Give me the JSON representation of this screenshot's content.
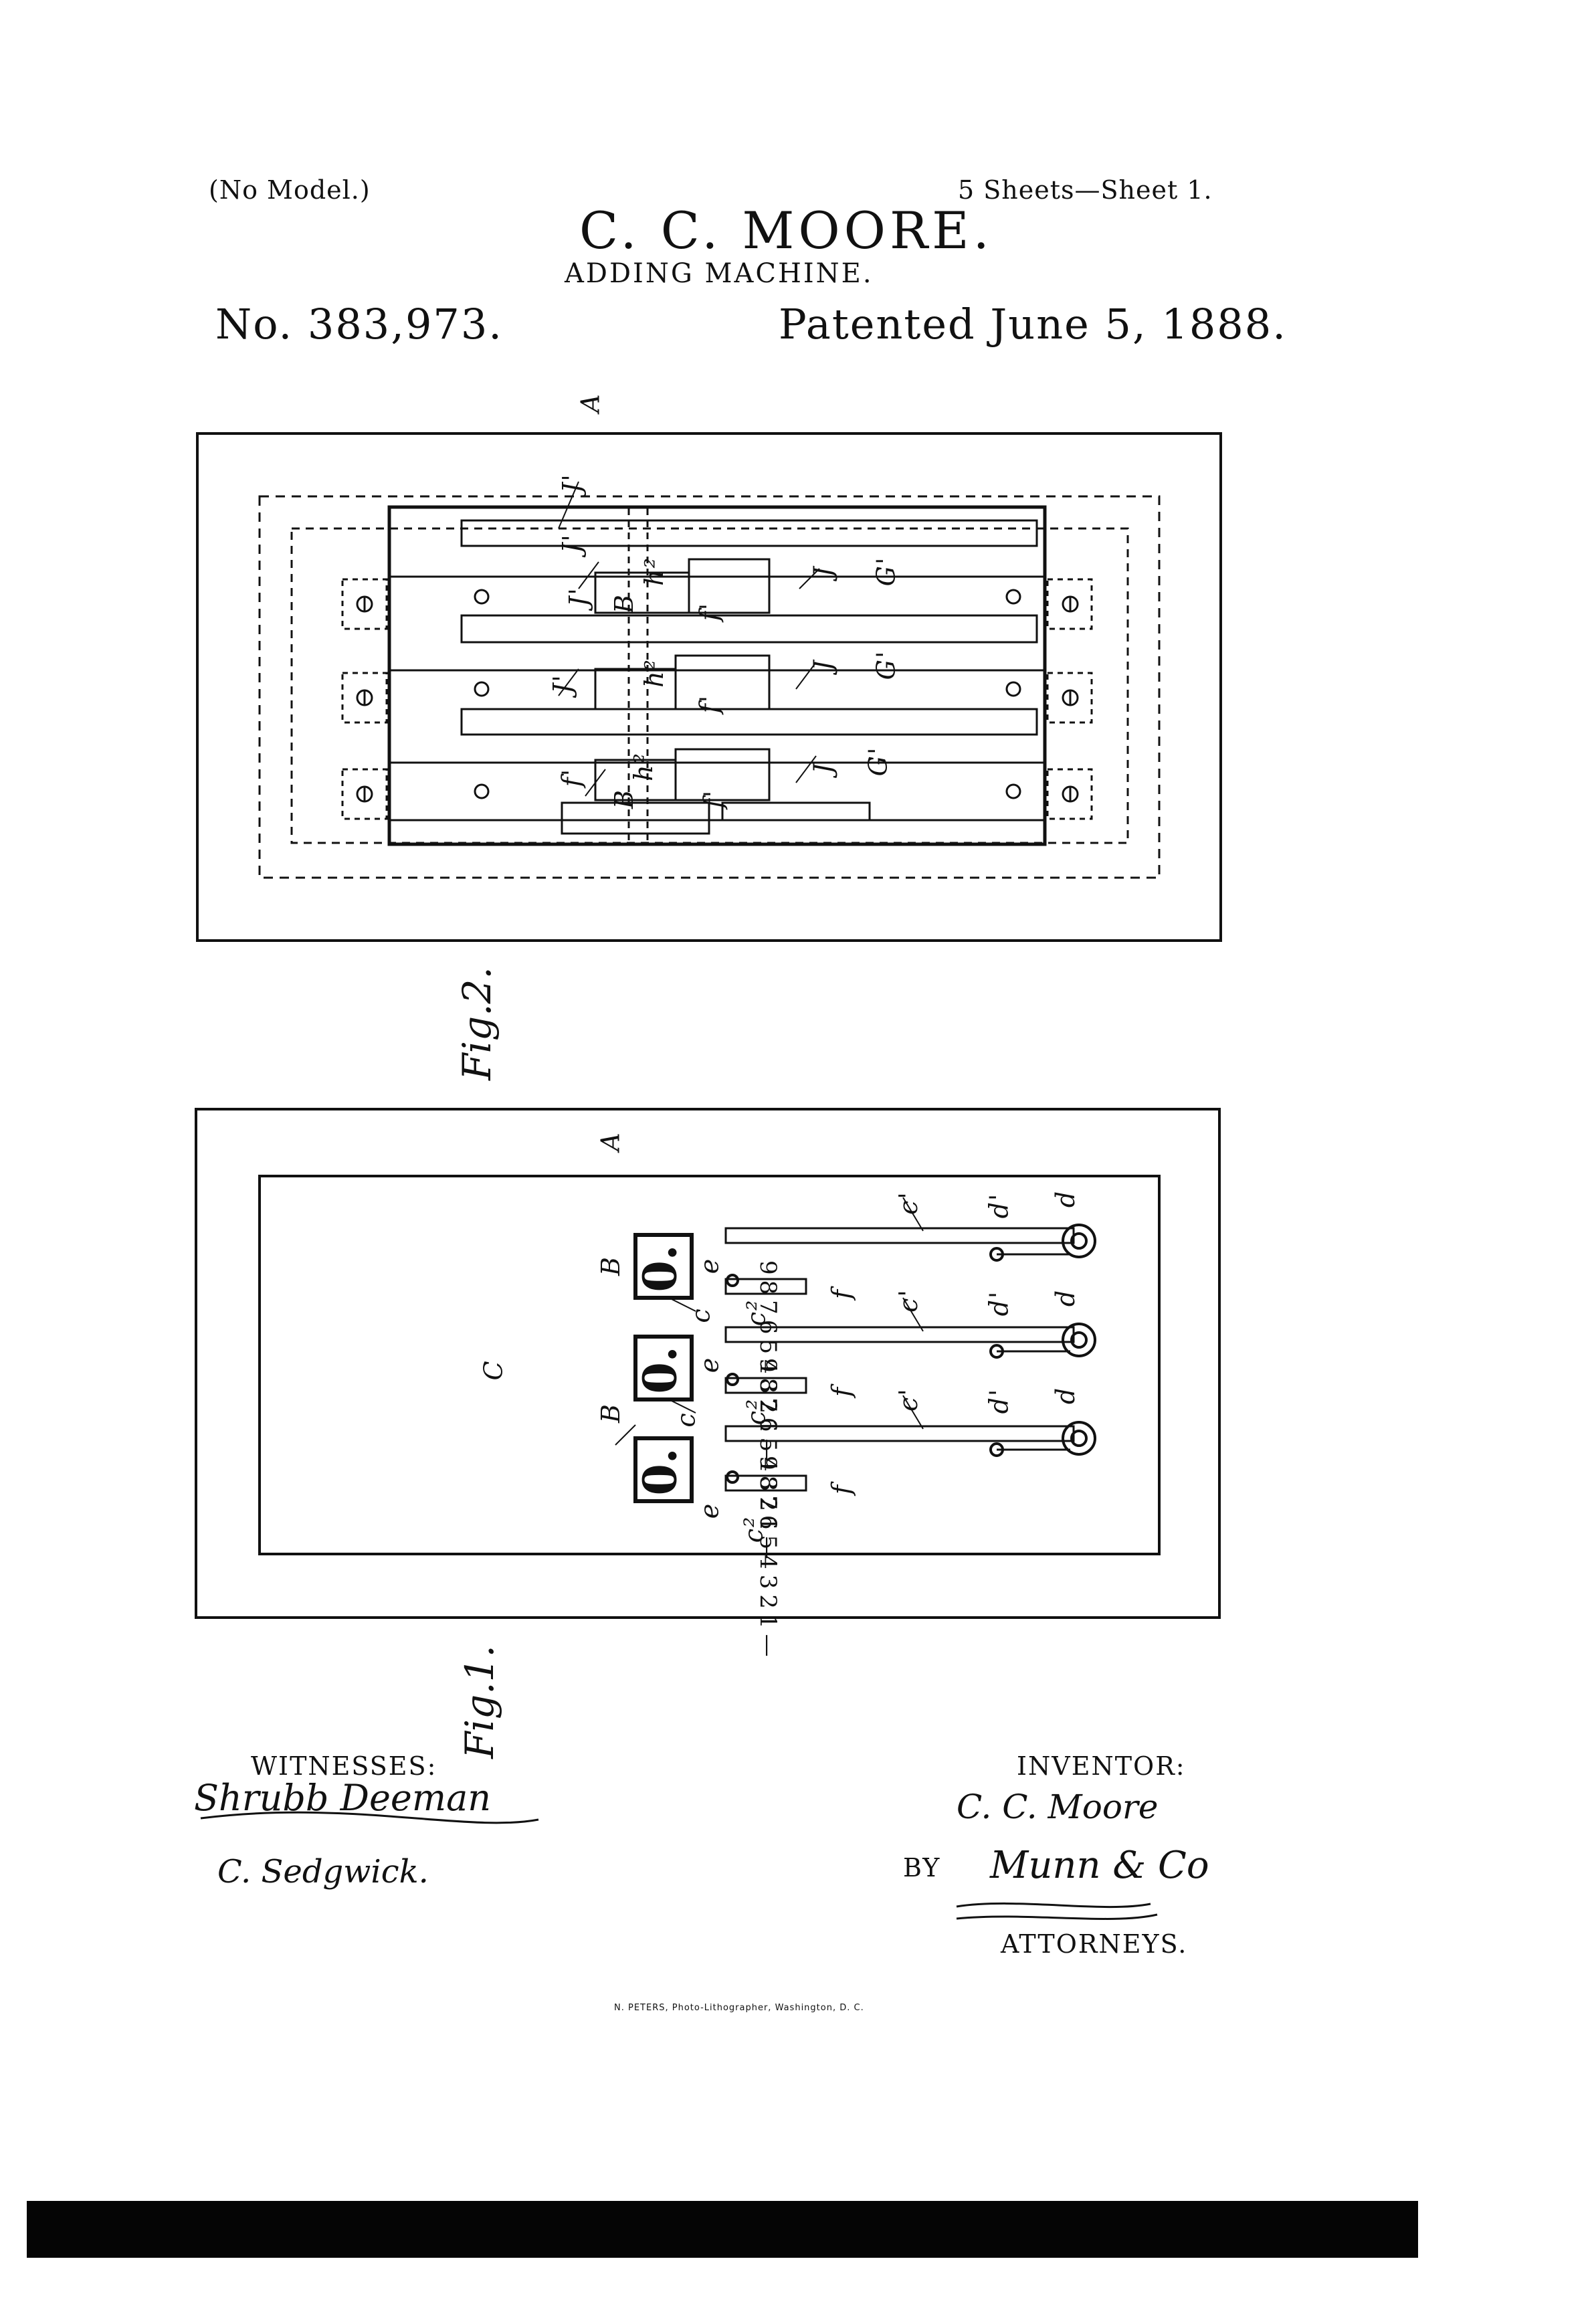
{
  "header": {
    "no_model": "(No Model.)",
    "sheets": "5 Sheets—Sheet 1.",
    "inventor_name": "C. C. MOORE.",
    "title": "ADDING MACHINE.",
    "patent_number": "No. 383,973.",
    "patent_date": "Patented June 5, 1888."
  },
  "figures": {
    "fig2": {
      "label": "Fig.2.",
      "marks": {
        "a": "A",
        "j1": "J'",
        "j1b": "J'",
        "j1c": "J'",
        "j1d": "J'",
        "j_a": "J",
        "j_b": "J",
        "j_c": "J",
        "g_a": "G'",
        "g_b": "G'",
        "g_c": "G'",
        "b_a": "B",
        "b_b": "B",
        "h_a": "h²",
        "h_b": "h²",
        "h_c": "h²",
        "f_a": "f'",
        "f_b": "f'",
        "f_c": "f'",
        "f_d": "f'"
      }
    },
    "fig1": {
      "label": "Fig.1.",
      "marks": {
        "a": "A",
        "c": "C",
        "b1": "B",
        "b2": "B",
        "c1a": "c'",
        "c1b": "c'",
        "c1c": "c'",
        "d1a": "d'",
        "d1b": "d'",
        "d1c": "d'",
        "da": "d",
        "db": "d",
        "dc": "d",
        "ea": "e",
        "eb": "e",
        "ec": "e",
        "c2a": "c²",
        "c2b": "c²",
        "c2c": "c²",
        "fa": "f",
        "fb": "f",
        "fc": "f",
        "ca": "c",
        "cb": "c",
        "dial_digit": "0.",
        "scale": "987654321—"
      }
    }
  },
  "signatures": {
    "witnesses_label": "WITNESSES:",
    "witness1": "Shrubb Deeman",
    "witness2": "C. Sedgwick.",
    "inventor_label": "INVENTOR:",
    "inventor_sig": "C. C. Moore",
    "by": "BY",
    "attorney_sig": "Munn & Co",
    "attorneys_label": "ATTORNEYS."
  },
  "footer": {
    "lithographer": "N. PETERS, Photo-Lithographer, Washington, D. C."
  }
}
